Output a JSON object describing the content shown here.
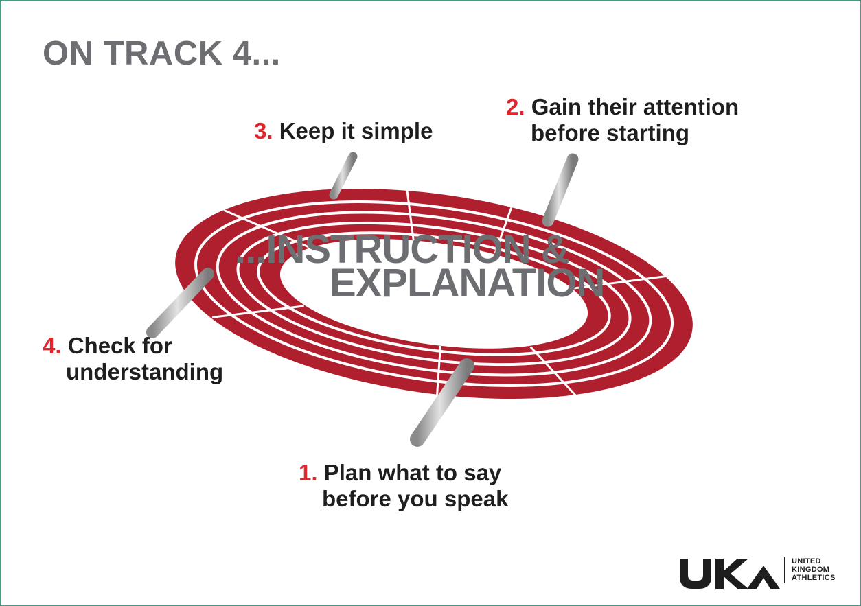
{
  "title": "ON TRACK 4...",
  "center": {
    "line1": "...INSTRUCTION &",
    "line2": "EXPLANATION"
  },
  "steps": [
    {
      "num": "1.",
      "line1": "Plan what to say",
      "line2": "before you speak"
    },
    {
      "num": "2.",
      "line1": "Gain their attention",
      "line2": "before starting"
    },
    {
      "num": "3.",
      "line1": "Keep it simple",
      "line2": ""
    },
    {
      "num": "4.",
      "line1": "Check for",
      "line2": "understanding"
    }
  ],
  "logo": {
    "mark": "UKA",
    "line1": "UNITED",
    "line2": "KINGDOM",
    "line3": "ATHLETICS"
  },
  "colors": {
    "track": "#b01f2e",
    "lane_lines": "#ffffff",
    "title_gray": "#6d6e71",
    "step_number_red": "#e1262d",
    "border": "#4a9a86"
  }
}
